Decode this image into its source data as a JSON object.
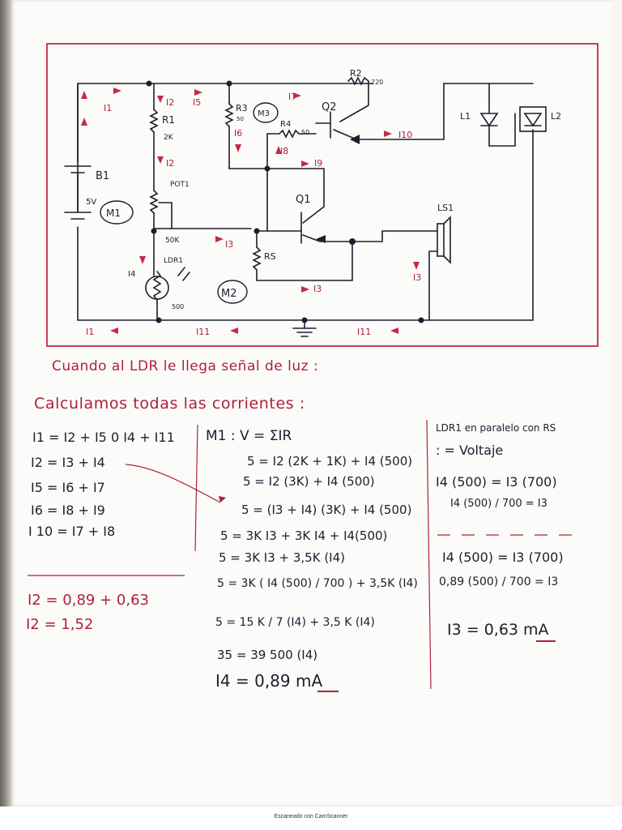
{
  "schematic": {
    "components": {
      "r2": "R2",
      "r2_value": "220",
      "r1": "R1",
      "r1_value": "2K",
      "r3": "R3",
      "r3_value": "50",
      "m3": "M3",
      "r4": "R4",
      "r4_value": "50",
      "q2": "Q2",
      "l1": "L1",
      "l2": "L2",
      "b1": "B1",
      "b1_value": "5V",
      "m1": "M1",
      "pot1": "POT1",
      "pot1_value": "50K",
      "q1": "Q1",
      "ls1": "LS1",
      "rs": "RS",
      "ldr1": "LDR1",
      "ldr1_value": "500",
      "m2": "M2",
      "i4_label": "I4"
    },
    "currents": {
      "i1_top": "I1",
      "i2_top": "I2",
      "i5": "I5",
      "i7": "I7",
      "i6": "I6",
      "i8": "I8",
      "i9": "I9",
      "i10": "I10",
      "i2_mid": "I2",
      "i3_mid": "I3",
      "i3_bottom": "I3",
      "i3_right": "I3",
      "i1_bottom": "I1",
      "i11_bottom_mid": "I11",
      "i11_bottom_right": "I11"
    }
  },
  "notes": {
    "heading1": "Cuando al LDR le llega señal de luz :",
    "heading2": "Calculamos todas las corrientes :",
    "left_eqs": [
      "I1 = I2 + I5 0 I4 + I11",
      "I2 = I3 + I4",
      "I5 = I6 + I7",
      "I6 = I8 + I9",
      "I 10 = I7 + I8"
    ],
    "left_result": [
      "I2 = 0,89 + 0,63",
      "I2 = 1,52"
    ],
    "mid_title": "M1 : V = ΣIR",
    "mid_eqs": [
      "5 = I2 (2K + 1K) + I4 (500)",
      "5 = I2 (3K) + I4 (500)",
      "5 = (I3 + I4) (3K) + I4 (500)",
      "5 = 3K I3 + 3K I4 + I4(500)",
      "5 = 3K I3 + 3,5K (I4)",
      "5 = 3K ( I4 (500) / 700 ) + 3,5K (I4)",
      "5 = 15 K / 7 (I4) + 3,5 K (I4)",
      "35 = 39 500 (I4)"
    ],
    "mid_result": "I4 = 0,89 mA",
    "right_title": "LDR1 en paralelo con RS",
    "right_sub": ": = Voltaje",
    "right_eqs": [
      "I4 (500) = I3 (700)",
      "I4 (500) / 700 = I3",
      "I4 (500) = I3 (700)",
      "0,89 (500) / 700 = I3"
    ],
    "right_result": "I3 = 0,63 mA"
  },
  "footer": {
    "scanner": "Escaneado con CamScanner"
  }
}
